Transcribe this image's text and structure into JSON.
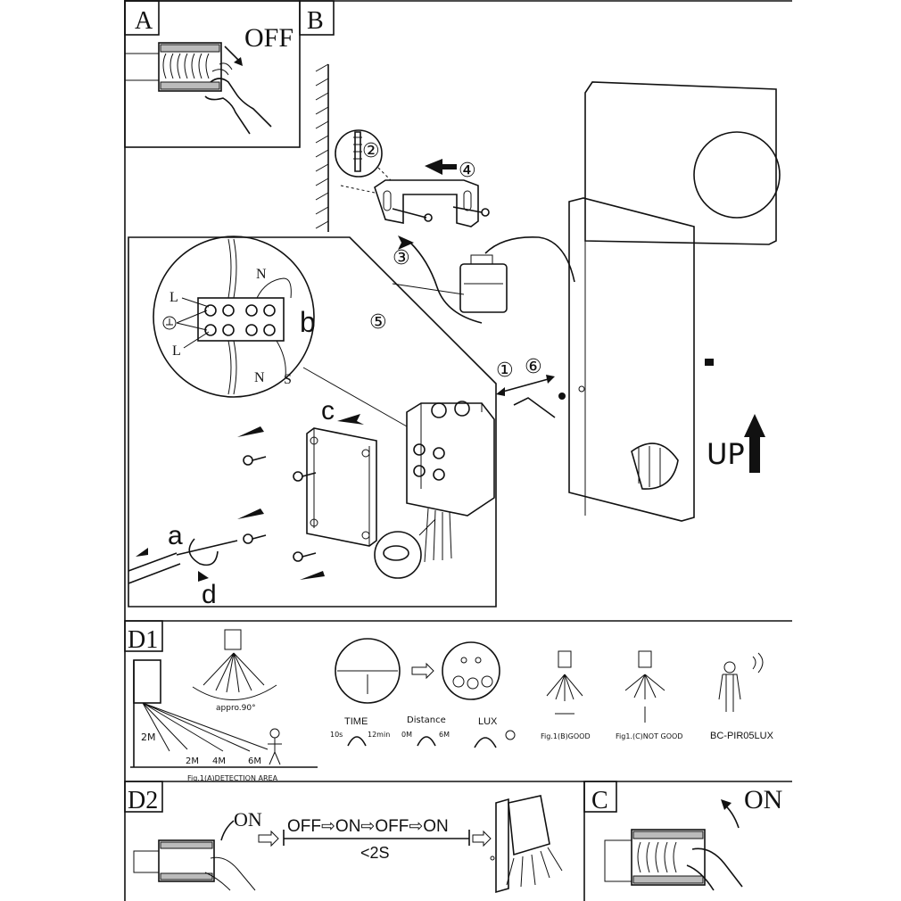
{
  "panels": {
    "a": "A",
    "b": "B",
    "c": "C",
    "d1": "D1",
    "d2": "D2"
  },
  "switch": {
    "off": "OFF",
    "on": "ON"
  },
  "steps": [
    "①",
    "②",
    "③",
    "④",
    "⑤",
    "⑥"
  ],
  "wiring": {
    "l1": "L",
    "l2": "L",
    "n1": "N",
    "n2": "N",
    "s": "S",
    "label_b": "b",
    "label_c": "c",
    "label_a": "a",
    "label_d": "d"
  },
  "lamp": {
    "up": "UP"
  },
  "d1": {
    "height": "2M",
    "dist_2m": "2M",
    "dist_4m": "4M",
    "dist_6m": "6M",
    "area_caption": "Fig.1(A)DETECTION AREA",
    "angle": "appro.90°",
    "time_label": "TIME",
    "time_min": "10s",
    "time_max": "12min",
    "distance_label": "Distance",
    "dist_min": "0M",
    "dist_max": "6M",
    "lux_label": "LUX",
    "good": "Fig.1(B)GOOD",
    "not_good": "Fig1.(C)NOT GOOD",
    "model": "BC-PIR05LUX"
  },
  "d2": {
    "sequence": "OFF⇨ON⇨OFF⇨ON",
    "duration": "<2S"
  }
}
